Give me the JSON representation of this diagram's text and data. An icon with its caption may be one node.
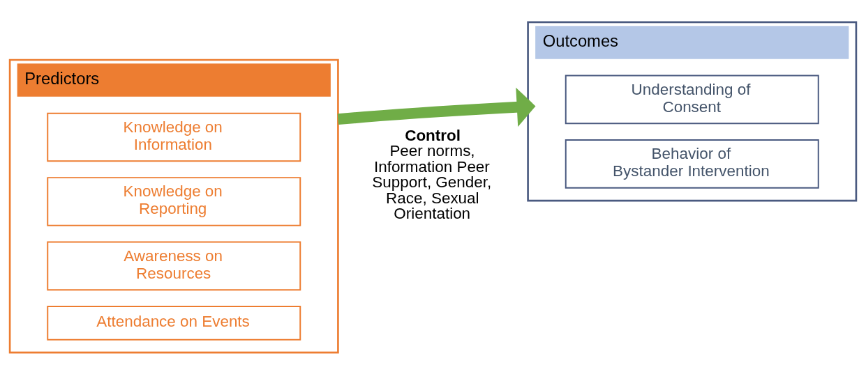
{
  "diagram": {
    "nodes": [
      {
        "text": [
          "Predictors"
        ]
      },
      {
        "text": [
          "Knowledge on Information"
        ],
        "in": 0
      },
      {
        "text": [
          "Knowledge on Reporting"
        ],
        "in": 0
      },
      {
        "text": [
          "Awareness on Resources"
        ],
        "in": 0
      },
      {
        "text": [
          "Attendance on Events"
        ],
        "in": 0
      },
      {
        "text": [
          "Outcomes"
        ]
      },
      {
        "text": [
          "Understanding of Consent"
        ],
        "in": 5
      },
      {
        "text": [
          "Behavior of Bystander Intervention"
        ],
        "in": 5
      }
    ],
    "edges": [
      {
        "from": 0,
        "to": 5,
        "arrow": "to",
        "color": "#70ad47"
      }
    ],
    "labels": [
      "Control",
      "Peer norms, Information Peer Support, Gender, Race, Sexual Orientation"
    ]
  }
}
